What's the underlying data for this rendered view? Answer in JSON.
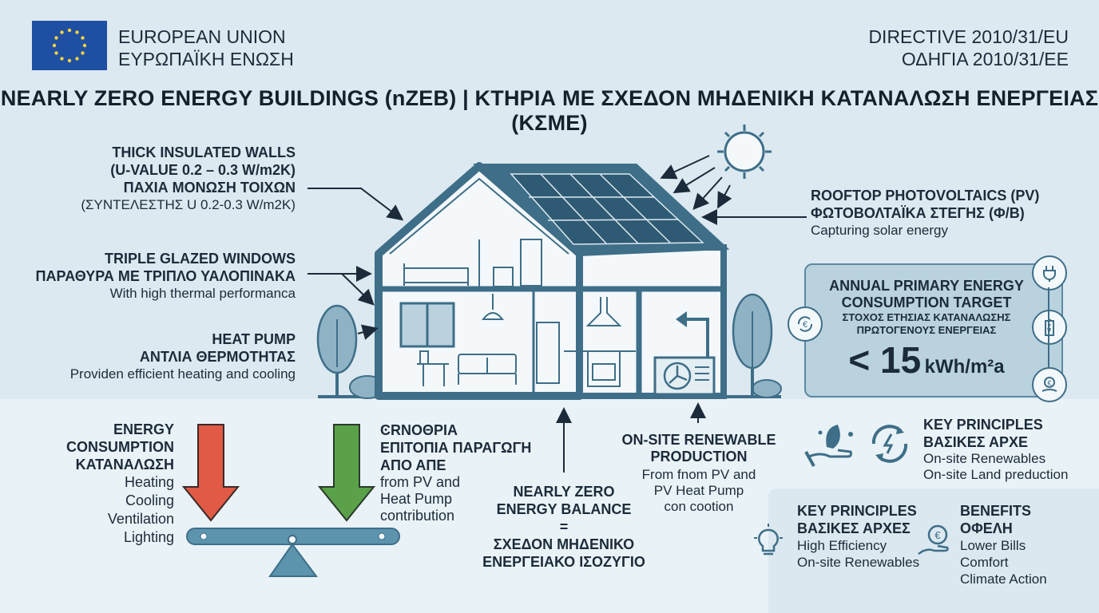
{
  "header": {
    "eu_en": "EUROPEAN UNION",
    "eu_el": "ΕΥΡΩΠΑΪΚΗ ΕΝΩΣΗ",
    "directive_en": "DIRECTIVE 2010/31/EU",
    "directive_el": "ΟΔΗΓΙΑ 2010/31/ΕΕ",
    "title": "NEARLY ZERO ENERGY BUILDINGS (nZEB) | ΚΤΗΡΙΑ ΜΕ ΣΧΕΔΟΝ ΜΗΔΕΝΙΚΗ ΚΑΤΑΝΑΛΩΣΗ ΕΝΕΡΓΕΙΑΣ (ΚΣΜΕ)"
  },
  "left_labels": {
    "walls": {
      "l1": "THICK INSULATED WALLS",
      "l2": "(U-VALUE 0.2 – 0.3 W/m2K)",
      "l3": "ΠΑΧΙΑ ΜΟΝΩΣΗ ΤΟΙΧΩΝ",
      "l4": "(ΣΥΝΤΕΛΕΣΤΗΣ U 0.2-0.3 W/m2K)"
    },
    "windows": {
      "l1": "TRIPLE GLAZED WINDOWS",
      "l2": "ΠΑΡΑΘΥΡΑ ΜΕ ΤΡΙΠΛΟ ΥΑΛΟΠΙΝΑΚΑ",
      "l3": "With high thermal performanca"
    },
    "heatpump": {
      "l1": "HEAT PUMP",
      "l2": "ΑΝΤΛΙΑ ΘΕΡΜΟΤΗΤΑΣ",
      "l3": "Providen efficient heating and cooling"
    }
  },
  "pv": {
    "l1": "ROOFTOP PHOTOVOLTAICS (PV)",
    "l2": "ΦΩΤΟΒΟΛΤΑΪΚΑ ΣΤΕΓΗΣ (Φ/Β)",
    "l3": "Capturing solar energy"
  },
  "target": {
    "l1": "ANNUAL PRIMARY ENERGY",
    "l2": "CONSUMPTION TARGET",
    "l3": "ΣΤΟΧΟΣ ΕΤΗΣΙΑΣ ΚΑΤΑΝΑΛΩΣΗΣ",
    "l4": "ΠΡΩΤΟΓΕΝΟΥΣ ΕΝΕΡΓΕΙΑΣ",
    "value": "< 15",
    "unit": "kWh/m²a"
  },
  "consumption": {
    "l1": "ENERGY",
    "l2": "CONSUMPTION",
    "l3": "ΚΑΤΑΝΑΛΩΣΗ",
    "items": [
      "Heating",
      "Cooling",
      "Ventilation",
      "Lighting"
    ]
  },
  "production": {
    "l1": "ϾRNOΘPIA",
    "l2": "ΕΠΙΤΟΠΙΑ ΠΑΡΑΓΩΓΗ",
    "l3": "ΑΠΟ ΑΠΕ",
    "l4": "from PV and",
    "l5": "Heat Pump",
    "l6": "contribution"
  },
  "balance": {
    "l1": "NEARLY ZERO",
    "l2": "ENERGY BALANCE",
    "l3": "=",
    "l4": "ΣΧΕΔΟΝ ΜΗΔΕΝΙΚΟ",
    "l5": "ΕΝΕΡΓΕΙΑΚΟ ΙΣΟΖΥΓΙΟ"
  },
  "onsite": {
    "l1": "ON-SITE RENEWABLE",
    "l2": "PRODUCTION",
    "l3": "From fnom PV and",
    "l4": "PV Heat Pump",
    "l5": "con cootion"
  },
  "key_principles_1": {
    "l1": "KEY PRINCIPLES",
    "l2": "ΒΑΣΙΚΕΣ ΑΡΧΕ",
    "l3": "On-site Renewables",
    "l4": "On-site Land preduction"
  },
  "key_principles_2": {
    "l1": "KEY PRINCIPLES",
    "l2": "ΒΑΣΙΚΕΣ ΑΡΧΕΣ",
    "l3": "High Efficiency",
    "l4": "On-site Renewables"
  },
  "benefits": {
    "l1": "BENEFITS",
    "l2": "ΟΦΕΛΗ",
    "l3": "Lower Bills",
    "l4": "Comfort",
    "l5": "Climate Action"
  },
  "colors": {
    "house_stroke": "#3e6e88",
    "red_arrow": "#e05a45",
    "green_arrow": "#5aa14a",
    "target_bg": "#b9d2de",
    "eu_blue": "#1f4fa3",
    "eu_gold": "#f5d33d"
  }
}
